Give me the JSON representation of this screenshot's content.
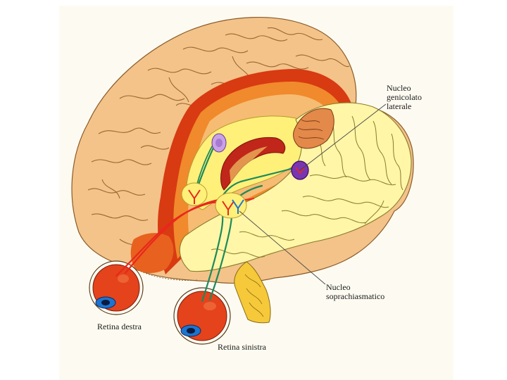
{
  "labels": {
    "lgn": "Nucleo\ngenicolato\nlaterale",
    "scn": "Nucleo\nsoprachiasmatico",
    "retina_right": "Retina destra",
    "retina_left": "Retina sinistra"
  },
  "colors": {
    "paper": "#fdfbf1",
    "brain_cortex": "#f3c38a",
    "cut_surface_red": "#d83a12",
    "cut_surface_orange": "#f08a2c",
    "cut_surface_light": "#f6bc73",
    "thalamus_yellow": "#fff07a",
    "cerebellum_yellow": "#fff6a8",
    "ventricle": "#c0261a",
    "lgn_purple": "#7a36b0",
    "pathway_red": "#e8281c",
    "pathway_green": "#1d8a5a",
    "eye_red": "#e5431c",
    "iris_blue": "#1d74d0"
  }
}
